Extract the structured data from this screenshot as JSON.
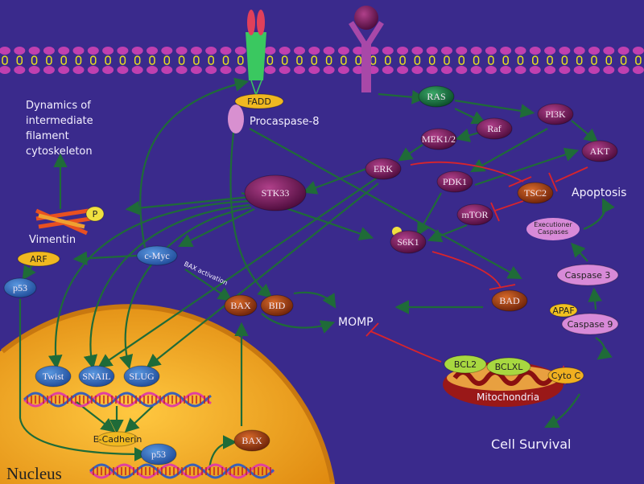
{
  "colors": {
    "background": "#3a2a8c",
    "activation_arrow": "#1f6b38",
    "inhibition": "#d8242c",
    "nucleus": "#f0a020",
    "kinase": "#8a1a6a",
    "caspase": "#d88ad8",
    "transcription_factor": "#3a78c8"
  },
  "labels": {
    "dynamics": [
      "Dynamics of",
      "intermediate",
      "filament",
      "cytoskeleton"
    ],
    "fadd": "FADD",
    "procaspase8": "Procaspase-8",
    "stk33": "STK33",
    "phospho": "P",
    "vimentin": "Vimentin",
    "arf": "ARF",
    "p53": "p53",
    "cmyc": "c-Myc",
    "bax_activation": "BAX activation",
    "bax": "BAX",
    "bid": "BID",
    "momp": "MOMP",
    "ras": "RAS",
    "pi3k": "PI3K",
    "raf": "Raf",
    "mek": "MEK1/2",
    "akt": "AKT",
    "erk": "ERK",
    "pdk1": "PDK1",
    "tsc2": "TSC2",
    "apoptosis": "Apoptosis",
    "mtor": "mTOR",
    "s6k1": "S6K1",
    "executioner": [
      "Executioner",
      "Caspases"
    ],
    "caspase3": "Caspase 3",
    "bad": "BAD",
    "apaf": "APAF",
    "caspase9": "Caspase 9",
    "bcl2": "BCL2",
    "bclxl": "BCLXL",
    "cytoc": "Cyto C",
    "mitochondria": "Mitochondria",
    "cell_survival": "Cell Survival",
    "twist": "Twist",
    "snail": "SNAIL",
    "slug": "SLUG",
    "ecadherin": "E-Cadherin",
    "p53_nuclear": "p53",
    "bax_nuclear": "BAX",
    "nucleus": "Nucleus"
  }
}
